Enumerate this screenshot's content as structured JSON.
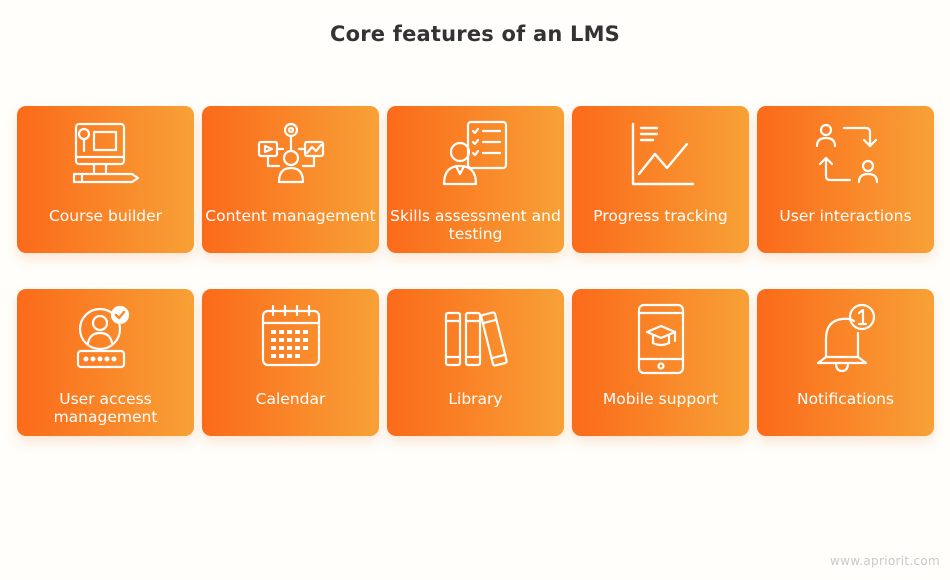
{
  "title": "Core features of an LMS",
  "features": [
    {
      "label": "Course builder",
      "icon": "course-builder-icon"
    },
    {
      "label": "Content management",
      "icon": "content-management-icon"
    },
    {
      "label": "Skills assessment and testing",
      "icon": "skills-assessment-icon"
    },
    {
      "label": "Progress tracking",
      "icon": "progress-chart-icon"
    },
    {
      "label": "User interactions",
      "icon": "user-interactions-icon"
    },
    {
      "label": "User access management",
      "icon": "user-access-icon"
    },
    {
      "label": "Calendar",
      "icon": "calendar-icon"
    },
    {
      "label": "Library",
      "icon": "library-books-icon"
    },
    {
      "label": "Mobile support",
      "icon": "mobile-support-icon"
    },
    {
      "label": "Notifications",
      "icon": "notification-bell-icon"
    }
  ],
  "colors": {
    "card_start": "#fb6a1a",
    "card_end": "#f8a136",
    "title": "#333333"
  },
  "watermark": "www.apriorit.com"
}
